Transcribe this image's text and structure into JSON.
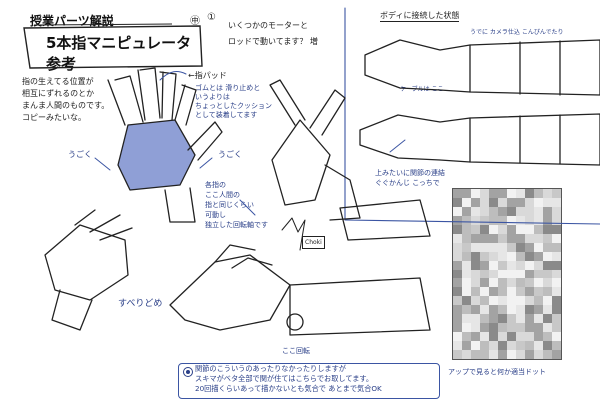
{
  "title": {
    "line1": "授業パーツ解説",
    "line2": "5本指マニピュレータ 参考"
  },
  "page_marks": [
    "㊥",
    "①"
  ],
  "notes": {
    "top_left": [
      "指の生えてる位置が",
      "相互にずれるのとか",
      "まんま人間のものです。",
      "コピーみたいな。"
    ],
    "finger_pad": "←指パッド",
    "pad_detail": [
      "ゴムとは 滑り止めと",
      "いうよりは",
      "ちょっとしたクッション",
      "として装着してます"
    ],
    "ugoku_left": "うごく",
    "ugoku_right": "うごく",
    "motor_note": [
      "いくつかのモーターと",
      "ロッドで動いてます？ 増"
    ],
    "joint_note": [
      "各指の",
      "ここ人間の",
      "指と同じくらい",
      "可動し",
      "独立した回転軸です"
    ],
    "choki": "Choki",
    "suberidome": "すべりどめ",
    "koko_kaiten": "ここ回転",
    "arm_section_title": "ボディに接続した状態",
    "camera_note": [
      "うでに カメラ仕込 こんぴんでたり"
    ],
    "cable_note": [
      "ケーブルは ここ"
    ],
    "joint_visible": [
      "上みたいに関節の連結",
      "ぐぐかんじ こっちで"
    ],
    "bottom_caption": "アップで見ると何か適当ドット"
  },
  "bottom_box": {
    "lines": [
      "関節のこういうのあったりなかったりしますが",
      "スキマがベタ全部で関が住てはこちらでお取してます。",
      "20回描くらいあって描かないとも気合で あとまで気合OK"
    ]
  },
  "colors": {
    "ink": "#222222",
    "note_blue": "#2a3f88",
    "palm_blue": "#8f9fd6",
    "sheet": "#ffffff"
  }
}
